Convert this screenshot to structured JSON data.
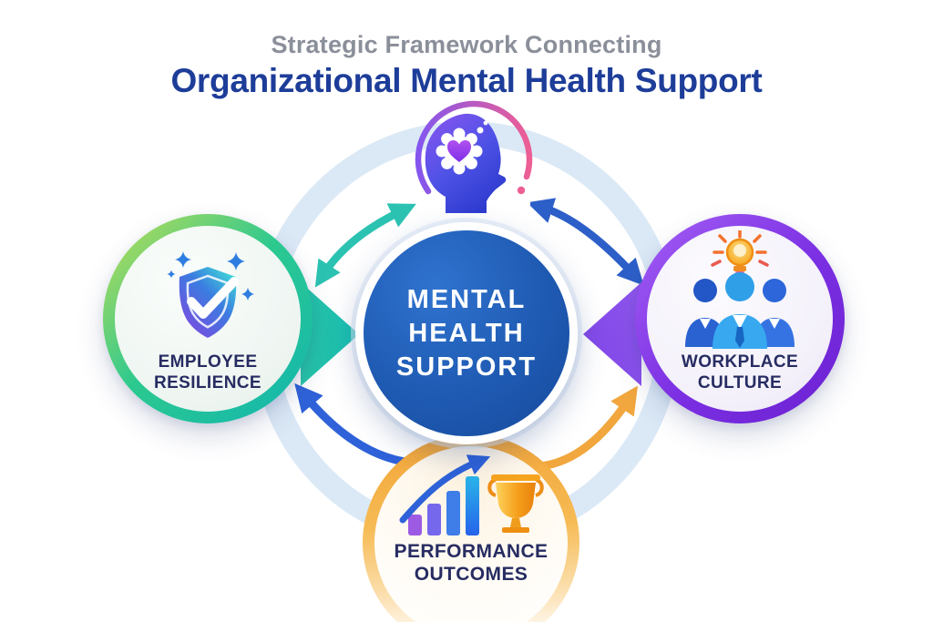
{
  "title": {
    "line1": "Strategic Framework Connecting",
    "line2": "Organizational Mental Health Support"
  },
  "center": {
    "line1": "MENTAL",
    "line2": "HEALTH",
    "line3": "SUPPORT"
  },
  "nodes": {
    "top": {
      "icon": "head-with-heart-icon"
    },
    "left": {
      "line1": "EMPLOYEE",
      "line2": "RESILIENCE",
      "icon": "shield-check-icon"
    },
    "right": {
      "line1": "WORKPLACE",
      "line2": "CULTURE",
      "icon": "team-lightbulb-icon"
    },
    "bottom": {
      "line1": "PERFORMANCE",
      "line2": "OUTCOMES",
      "icon": "growth-chart-trophy-icon"
    }
  },
  "colors": {
    "title_sub": "#8b8f9a",
    "title_main": "#1d3d99",
    "center_circle": "#1f5ab2",
    "label_text": "#272c62",
    "background_ring": "#dbe9f6",
    "left_ring_gradient": [
      "#c3dd55",
      "#12b5b0"
    ],
    "right_ring_gradient": [
      "#a45ff5",
      "#6b21d0"
    ],
    "bottom_ring_gradient": [
      "#f2a437",
      "#fbdfae"
    ],
    "arrow_teal": "#2cc2b2",
    "arrow_blue": "#2d5fc8",
    "arrow_blue_single": "#2f62d9",
    "arrow_orange": "#f1a73d",
    "head_arc_purple": "#8456ee",
    "head_arc_pink": "#ed5e94"
  }
}
